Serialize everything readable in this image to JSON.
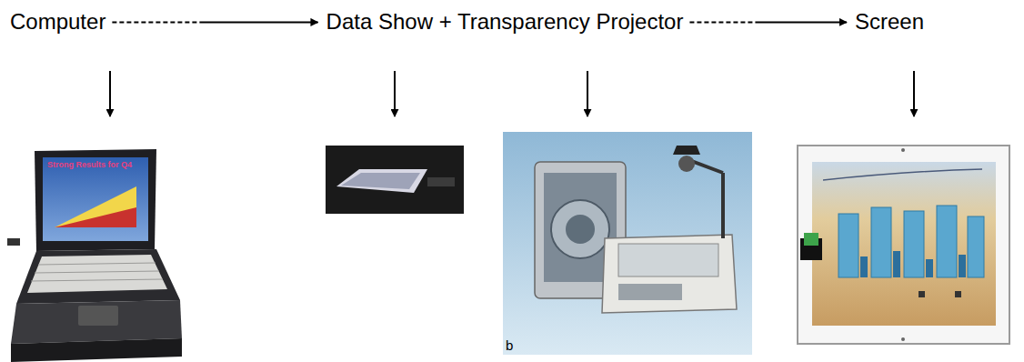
{
  "diagram": {
    "nodes": [
      {
        "text": [
          "Computer"
        ]
      },
      {
        "text": [
          "Data Show + Transparency Projector"
        ]
      },
      {
        "text": [
          "Screen"
        ]
      }
    ],
    "edges": [
      {
        "from": 0,
        "to": 1,
        "arrow": "to"
      },
      {
        "from": 1,
        "to": 2,
        "arrow": "to"
      }
    ],
    "labels": [
      "Strong Results for Q4",
      "b"
    ]
  }
}
